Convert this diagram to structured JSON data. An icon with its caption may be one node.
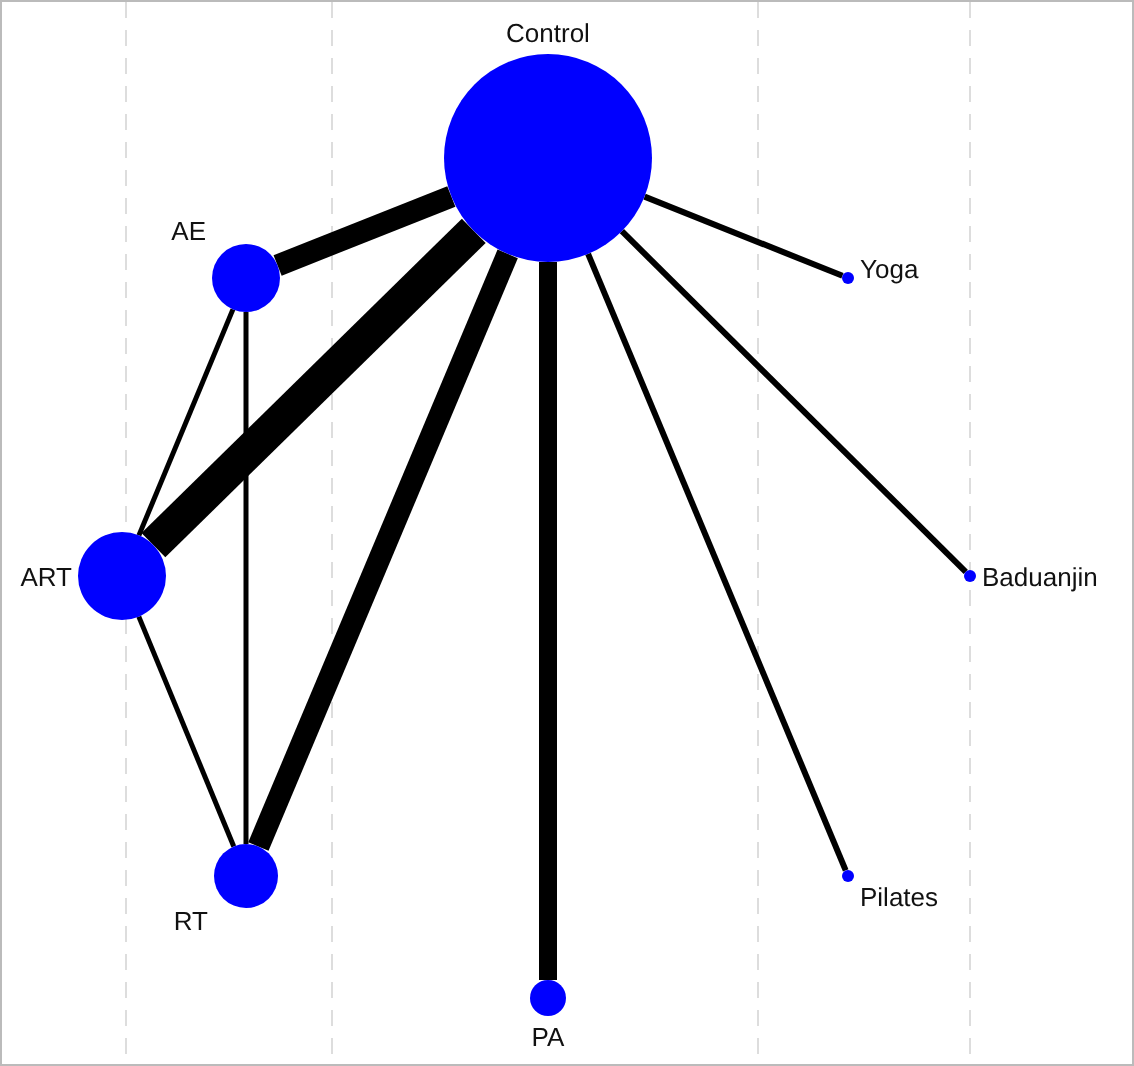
{
  "diagram": {
    "nodes": [
      {
        "text": [
          "Control"
        ]
      },
      {
        "text": [
          "AE"
        ]
      },
      {
        "text": [
          "Yoga"
        ]
      },
      {
        "text": [
          "ART"
        ]
      },
      {
        "text": [
          "Baduanjin"
        ]
      },
      {
        "text": [
          "RT"
        ]
      },
      {
        "text": [
          "Pilates"
        ]
      },
      {
        "text": [
          "PA"
        ]
      }
    ],
    "edges": [
      {
        "from": 0,
        "to": 1,
        "arrow": "none",
        "style": "thick"
      },
      {
        "from": 0,
        "to": 3,
        "arrow": "none",
        "style": "thick"
      },
      {
        "from": 0,
        "to": 5,
        "arrow": "none",
        "style": "thick"
      },
      {
        "from": 0,
        "to": 7,
        "arrow": "none",
        "style": "thick"
      },
      {
        "from": 0,
        "to": 2,
        "arrow": "none"
      },
      {
        "from": 0,
        "to": 4,
        "arrow": "none"
      },
      {
        "from": 0,
        "to": 6,
        "arrow": "none"
      },
      {
        "from": 1,
        "to": 3,
        "arrow": "none"
      },
      {
        "from": 1,
        "to": 5,
        "arrow": "none"
      },
      {
        "from": 3,
        "to": 5,
        "arrow": "none"
      }
    ]
  }
}
